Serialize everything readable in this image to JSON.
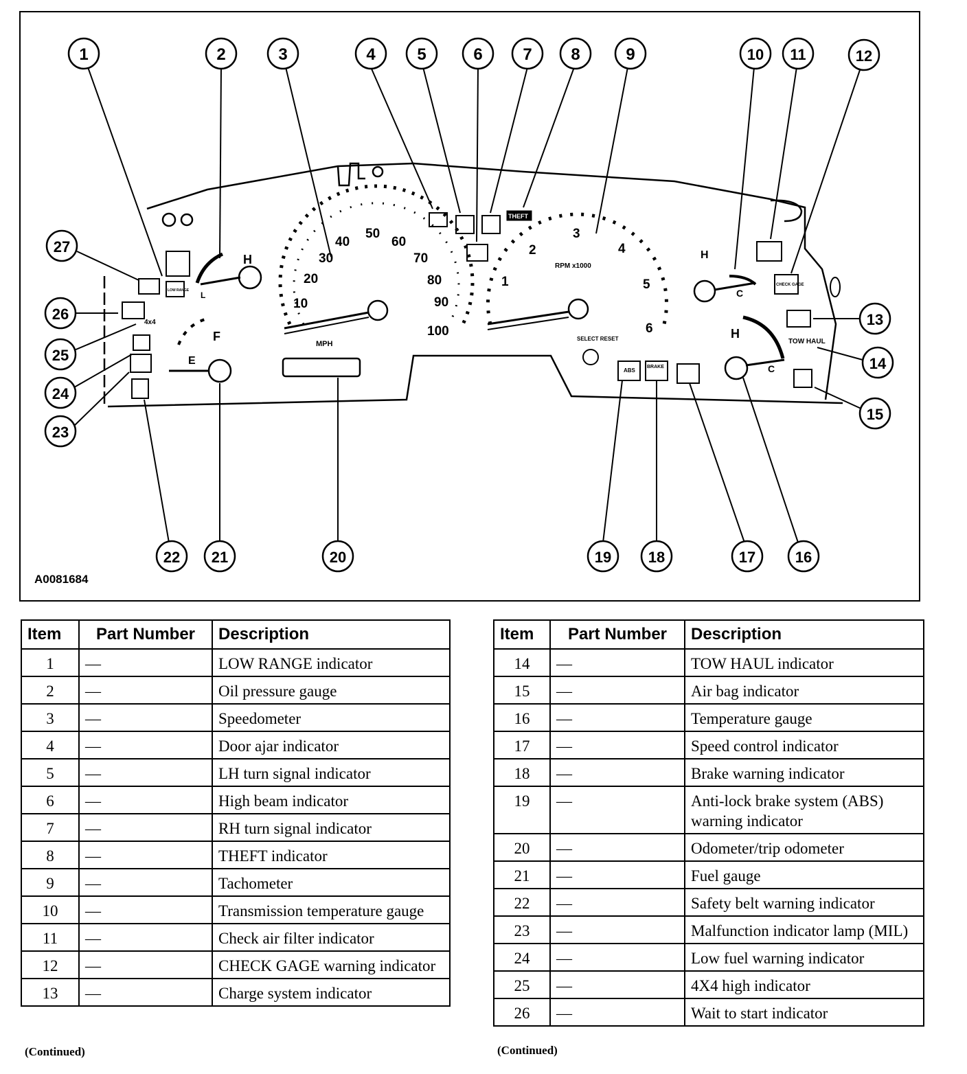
{
  "figure_id": "A0081684",
  "gauge_labels": {
    "speedo_numbers": [
      "10",
      "20",
      "30",
      "40",
      "50",
      "60",
      "70",
      "80",
      "90",
      "100"
    ],
    "mph": "MPH",
    "tach_numbers": [
      "1",
      "2",
      "3",
      "4",
      "5",
      "6"
    ],
    "rpm": "RPM x1000",
    "oil_h": "H",
    "oil_l": "L",
    "fuel_f": "F",
    "fuel_e": "E",
    "trans_h": "H",
    "trans_c": "C",
    "temp_h": "H",
    "temp_c": "C",
    "tow_haul": "TOW HAUL",
    "select_reset": "SELECT RESET",
    "low_range": "LOW RANGE",
    "four_x_four": "4x4",
    "theft": "THEFT",
    "check_gage": "CHECK GAGE",
    "brake": "BRAKE",
    "abs": "ABS"
  },
  "callouts": [
    {
      "n": "1"
    },
    {
      "n": "2"
    },
    {
      "n": "3"
    },
    {
      "n": "4"
    },
    {
      "n": "5"
    },
    {
      "n": "6"
    },
    {
      "n": "7"
    },
    {
      "n": "8"
    },
    {
      "n": "9"
    },
    {
      "n": "10"
    },
    {
      "n": "11"
    },
    {
      "n": "12"
    },
    {
      "n": "13"
    },
    {
      "n": "14"
    },
    {
      "n": "15"
    },
    {
      "n": "16"
    },
    {
      "n": "17"
    },
    {
      "n": "18"
    },
    {
      "n": "19"
    },
    {
      "n": "20"
    },
    {
      "n": "21"
    },
    {
      "n": "22"
    },
    {
      "n": "23"
    },
    {
      "n": "24"
    },
    {
      "n": "25"
    },
    {
      "n": "26"
    },
    {
      "n": "27"
    }
  ],
  "table_headers": {
    "item": "Item",
    "part_number": "Part Number",
    "description": "Description"
  },
  "left_table": [
    {
      "item": "1",
      "part": "—",
      "desc": "LOW RANGE indicator"
    },
    {
      "item": "2",
      "part": "—",
      "desc": "Oil pressure gauge"
    },
    {
      "item": "3",
      "part": "—",
      "desc": "Speedometer"
    },
    {
      "item": "4",
      "part": "—",
      "desc": "Door ajar indicator"
    },
    {
      "item": "5",
      "part": "—",
      "desc": "LH turn signal indicator"
    },
    {
      "item": "6",
      "part": "—",
      "desc": "High beam indicator"
    },
    {
      "item": "7",
      "part": "—",
      "desc": "RH turn signal indicator"
    },
    {
      "item": "8",
      "part": "—",
      "desc": "THEFT indicator"
    },
    {
      "item": "9",
      "part": "—",
      "desc": "Tachometer"
    },
    {
      "item": "10",
      "part": "—",
      "desc": "Transmission temperature gauge"
    },
    {
      "item": "11",
      "part": "—",
      "desc": "Check air filter indicator"
    },
    {
      "item": "12",
      "part": "—",
      "desc": "CHECK GAGE warning indicator"
    },
    {
      "item": "13",
      "part": "—",
      "desc": "Charge system indicator"
    }
  ],
  "right_table": [
    {
      "item": "14",
      "part": "—",
      "desc": "TOW HAUL indicator"
    },
    {
      "item": "15",
      "part": "—",
      "desc": "Air bag indicator"
    },
    {
      "item": "16",
      "part": "—",
      "desc": "Temperature gauge"
    },
    {
      "item": "17",
      "part": "—",
      "desc": "Speed control indicator"
    },
    {
      "item": "18",
      "part": "—",
      "desc": "Brake warning indicator"
    },
    {
      "item": "19",
      "part": "—",
      "desc": "Anti-lock brake system (ABS) warning indicator"
    },
    {
      "item": "20",
      "part": "—",
      "desc": "Odometer/trip odometer"
    },
    {
      "item": "21",
      "part": "—",
      "desc": "Fuel gauge"
    },
    {
      "item": "22",
      "part": "—",
      "desc": "Safety belt warning indicator"
    },
    {
      "item": "23",
      "part": "—",
      "desc": "Malfunction indicator lamp (MIL)"
    },
    {
      "item": "24",
      "part": "—",
      "desc": "Low fuel warning indicator"
    },
    {
      "item": "25",
      "part": "—",
      "desc": "4X4 high indicator"
    },
    {
      "item": "26",
      "part": "—",
      "desc": "Wait to start indicator"
    }
  ],
  "continued_label": "(Continued)"
}
